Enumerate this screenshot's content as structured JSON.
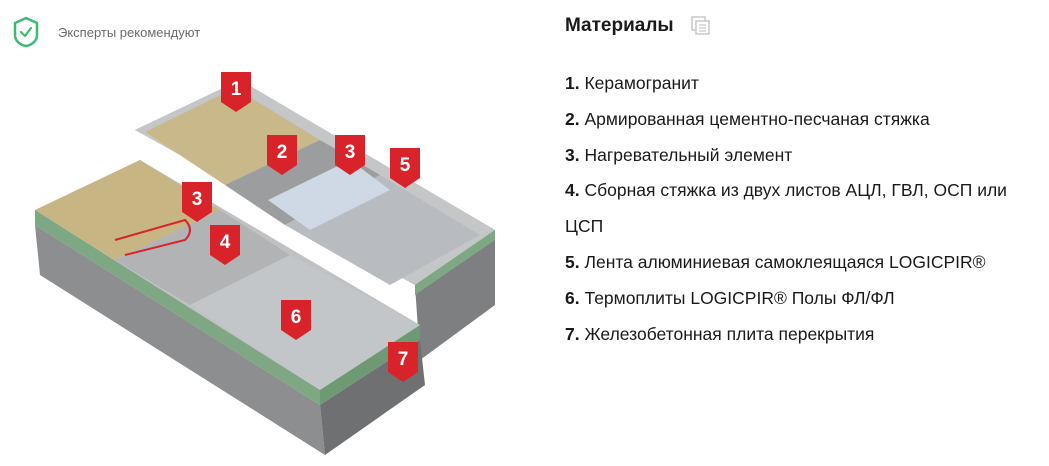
{
  "badge": {
    "text": "Эксперты рекомендуют",
    "icon": "shield-check-icon",
    "color": "#3dba72"
  },
  "materials": {
    "title": "Материалы",
    "copy_icon": "copy-icon",
    "items": [
      {
        "num": "1.",
        "text": "Керамогранит"
      },
      {
        "num": "2.",
        "text": "Армированная цементно-песчаная стяжка"
      },
      {
        "num": "3.",
        "text": "Нагревательный элемент"
      },
      {
        "num": "4.",
        "text": "Сборная стяжка из двух листов АЦЛ, ГВЛ, ОСП или ЦСП"
      },
      {
        "num": "5.",
        "text": "Лента алюминиевая самоклеящаяся LOGICPIR®"
      },
      {
        "num": "6.",
        "text": "Термоплиты LOGICPIR® Полы ФЛ/ФЛ"
      },
      {
        "num": "7.",
        "text": "Железобетонная плита перекрытия"
      }
    ]
  },
  "illustration": {
    "markers": [
      "1",
      "2",
      "3",
      "5",
      "3",
      "4",
      "6",
      "7"
    ],
    "marker_color": "#d8232a"
  }
}
